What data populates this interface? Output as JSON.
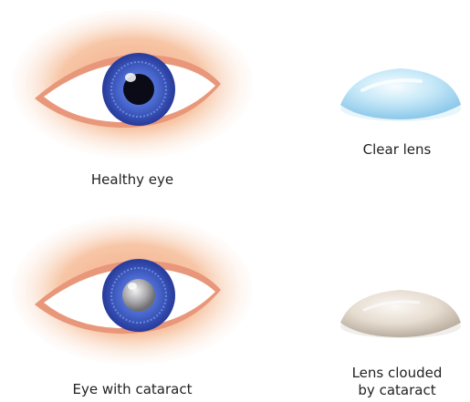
{
  "figure": {
    "rows": [
      {
        "eye": {
          "caption": "Healthy eye",
          "state": "healthy",
          "icon": "healthy-eye-illustration"
        },
        "lens": {
          "caption_lines": [
            "Clear lens"
          ],
          "state": "clear",
          "icon": "clear-lens-illustration"
        }
      },
      {
        "eye": {
          "caption": "Eye with cataract",
          "state": "cataract",
          "icon": "cataract-eye-illustration"
        },
        "lens": {
          "caption_lines": [
            "Lens clouded",
            "by cataract"
          ],
          "state": "clouded",
          "icon": "clouded-lens-illustration"
        }
      }
    ],
    "colors": {
      "skin": "#f7c6a6",
      "skin_dark": "#e89a78",
      "iris": "#3c55b8",
      "clear_lens": "#bfe3f5",
      "clouded_lens": "#e6ddd2"
    }
  }
}
